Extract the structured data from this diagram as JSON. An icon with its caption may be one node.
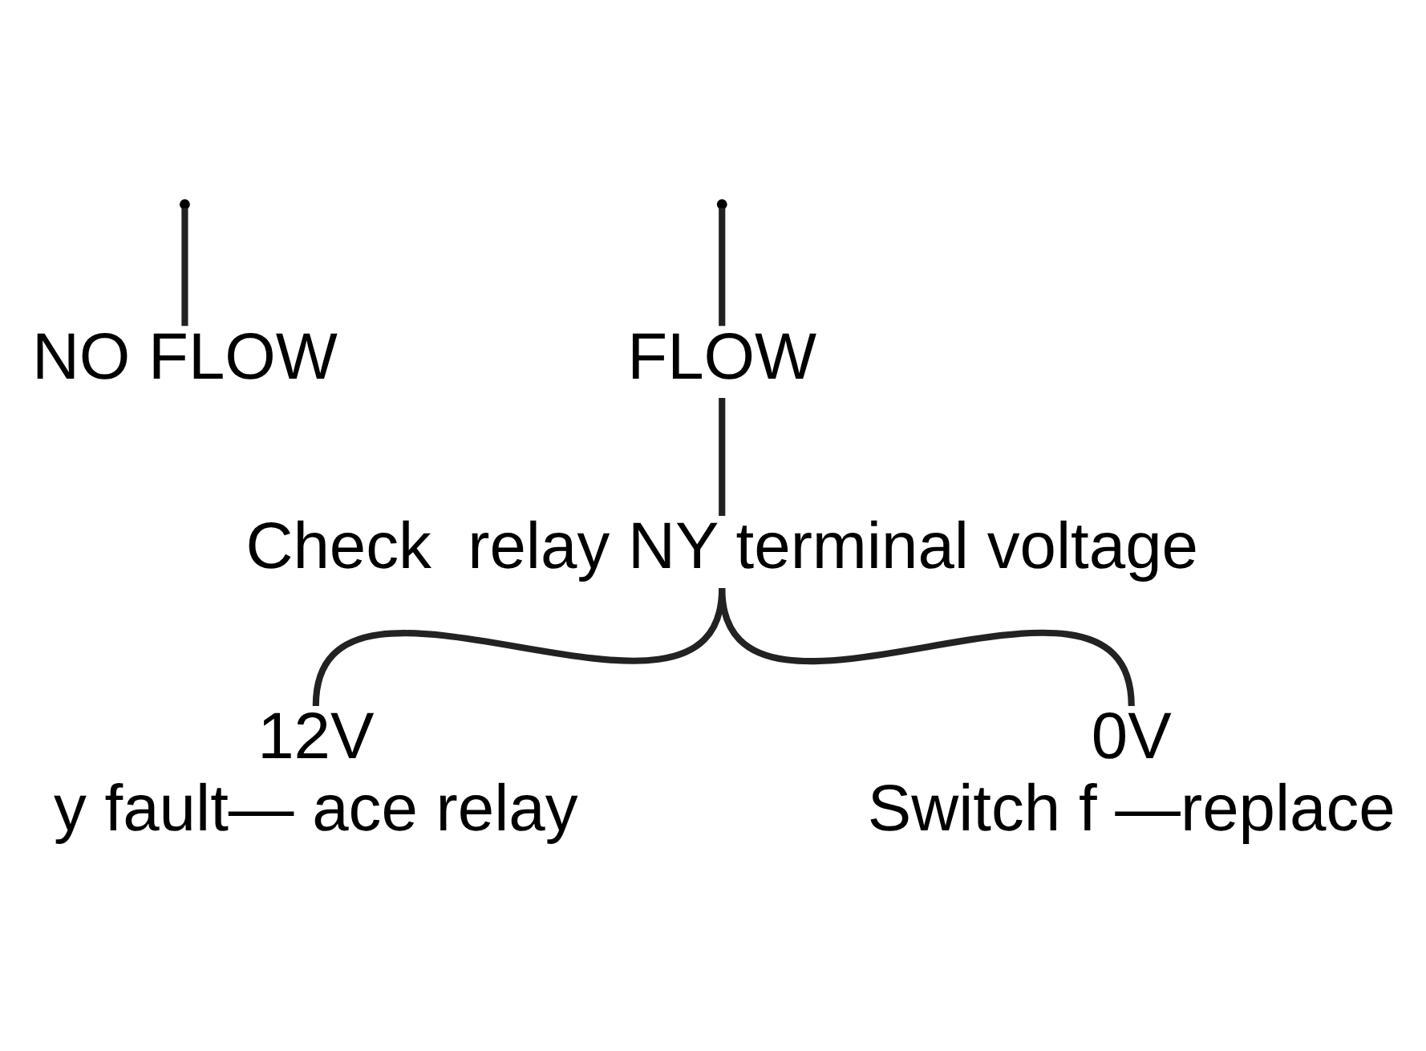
{
  "diagram": {
    "nodes": [
      {
        "text": [
          "NO FLOW"
        ]
      },
      {
        "text": [
          "FLOW"
        ]
      },
      {
        "text": [
          "Check  relay NY terminal voltage"
        ]
      },
      {
        "text": [
          "12V",
          "y fault— ace relay"
        ]
      },
      {
        "text": [
          "0V",
          "Switch f —replace"
        ]
      }
    ],
    "edges": [
      {
        "from": null,
        "to": 0,
        "arrow": "none"
      },
      {
        "from": null,
        "to": 1,
        "arrow": "none"
      },
      {
        "from": 1,
        "to": 2,
        "arrow": "none"
      },
      {
        "from": 2,
        "to": 3,
        "arrow": "none"
      },
      {
        "from": 2,
        "to": 4,
        "arrow": "none"
      }
    ]
  }
}
